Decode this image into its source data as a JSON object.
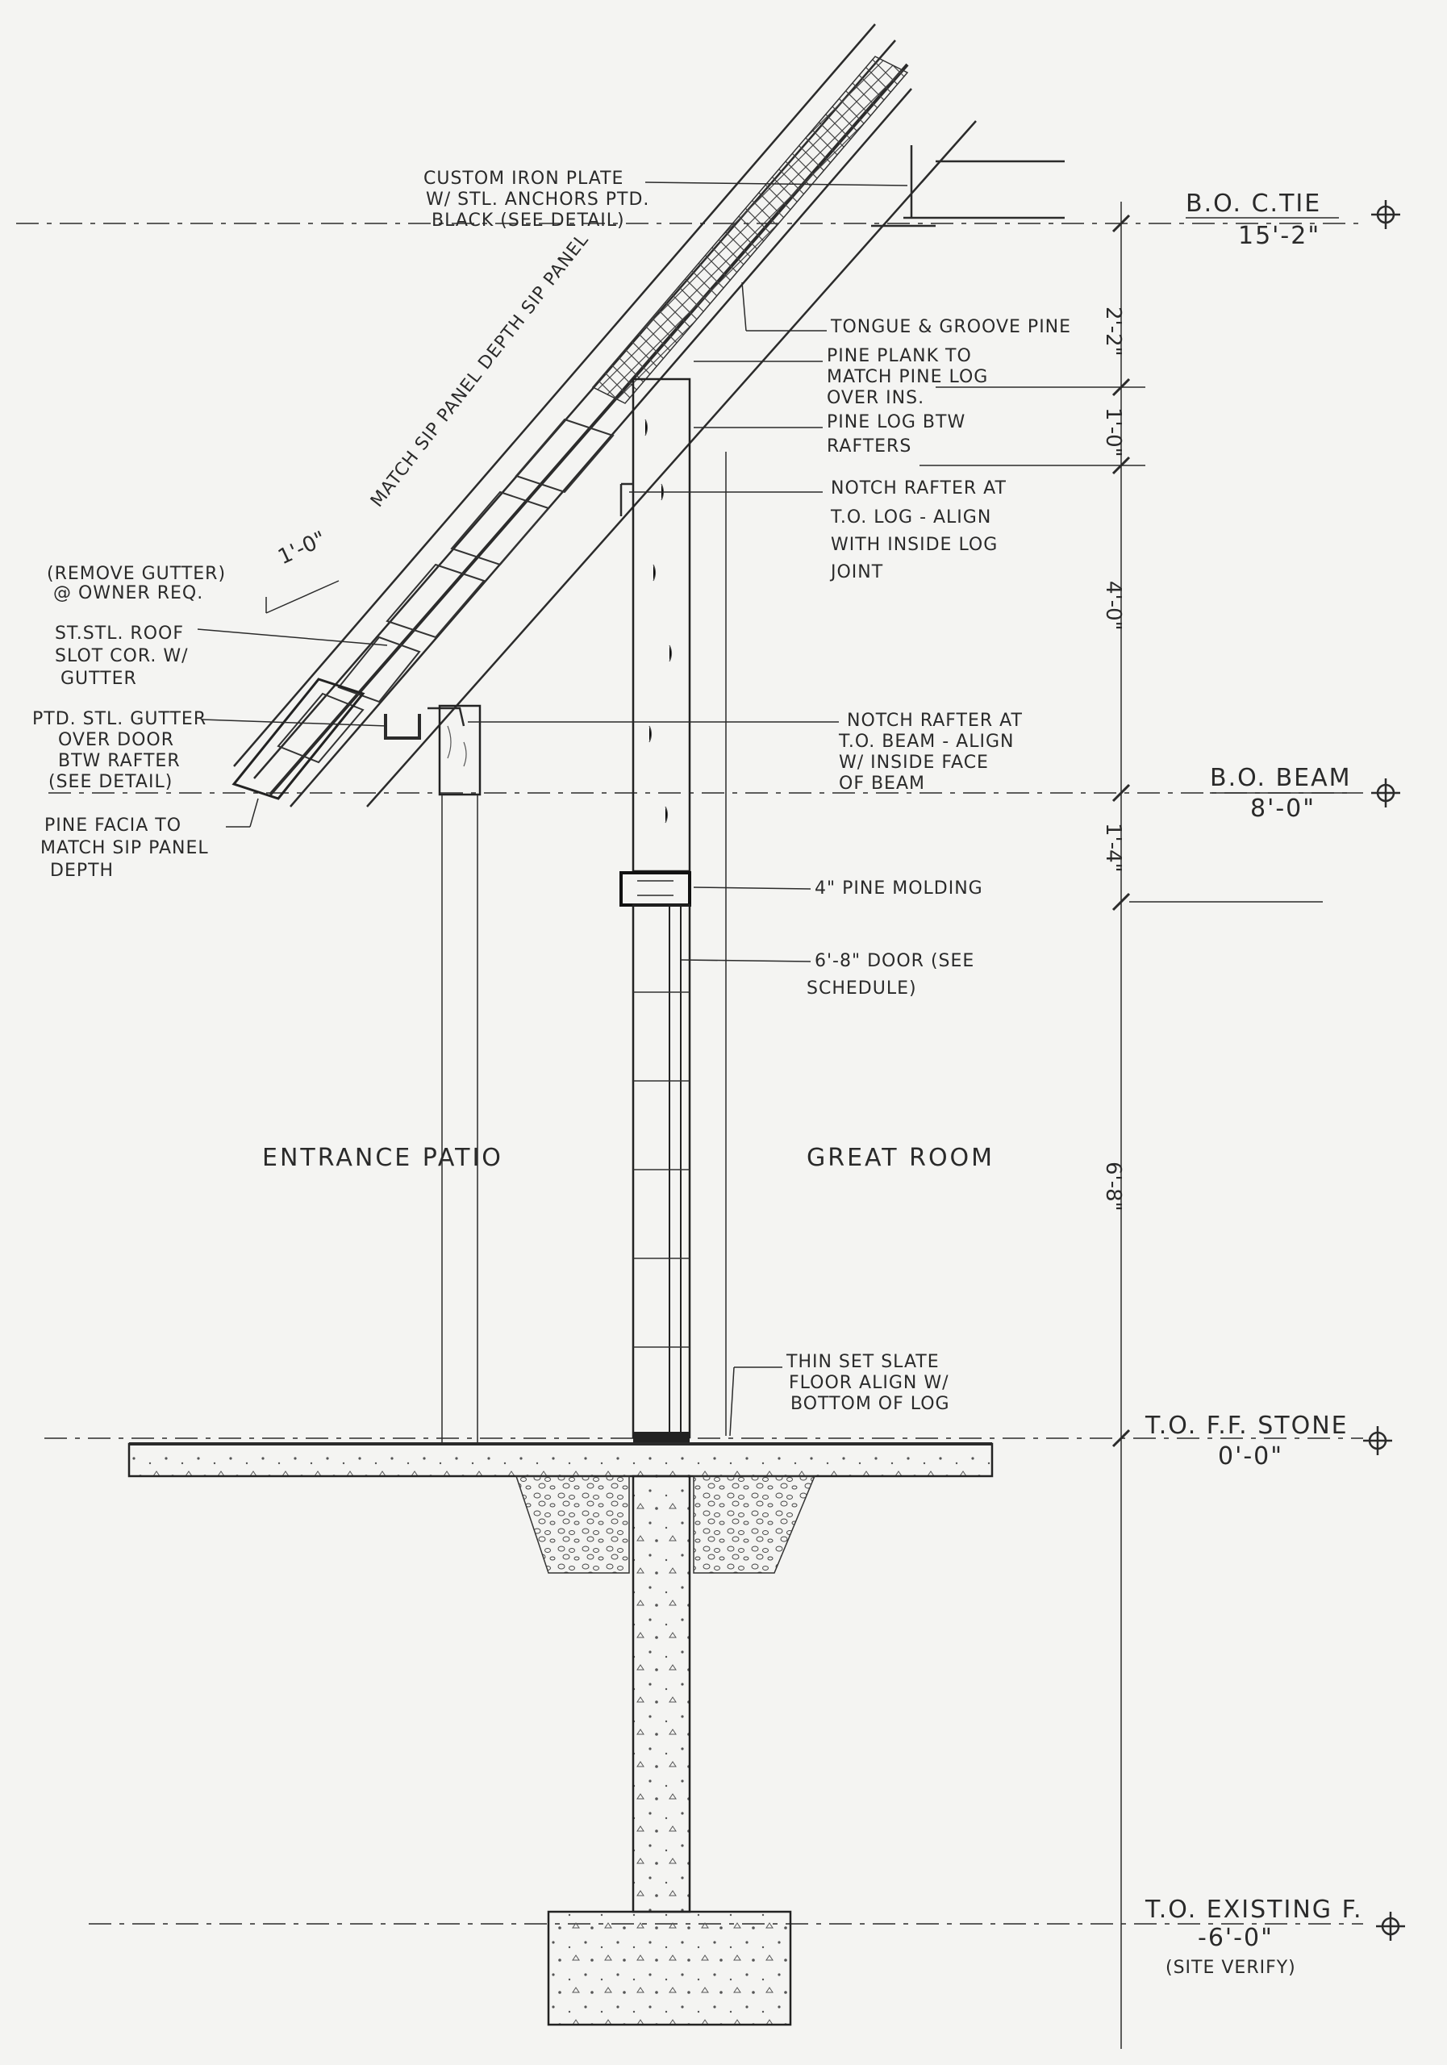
{
  "levels": {
    "bo_c_tie": {
      "name": "B.O. C.TIE",
      "elev": "15'-2\""
    },
    "bo_beam": {
      "name": "B.O. BEAM",
      "elev": "8'-0\""
    },
    "to_ff_stone": {
      "name": "T.O. F.F. STONE",
      "elev": "0'-0\""
    },
    "to_existing_f": {
      "name": "T.O. EXISTING F.",
      "elev": "-6'-0\"",
      "note": "(SITE VERIFY)"
    }
  },
  "dimensions": {
    "d1": "2'-2\"",
    "d2": "1'-0\"",
    "d3": "4'-0\"",
    "d4": "1'-4\"",
    "d5": "6'-8\"",
    "roof_eave": "1'-0\""
  },
  "rooms": {
    "left": "ENTRANCE PATIO",
    "right": "GREAT ROOM"
  },
  "roof_labels": {
    "sip": "MATCH SIP PANEL DEPTH SIP PANEL"
  },
  "notes": {
    "iron_plate": [
      "CUSTOM IRON PLATE",
      "W/ STL. ANCHORS PTD.",
      "BLACK (SEE DETAIL)"
    ],
    "tongue_groove": [
      "TONGUE & GROOVE PINE"
    ],
    "pine_plank": [
      "PINE PLANK TO",
      "MATCH PINE LOG",
      "OVER INS."
    ],
    "pine_log": [
      "PINE LOG BTW",
      "RAFTERS"
    ],
    "notch_log": [
      "NOTCH RAFTER AT",
      "T.O. LOG - ALIGN",
      "WITH INSIDE LOG",
      "JOINT"
    ],
    "notch_beam": [
      "NOTCH RAFTER AT",
      "T.O. BEAM - ALIGN",
      "W/ INSIDE FACE",
      "OF BEAM"
    ],
    "molding": [
      "4\" PINE MOLDING"
    ],
    "door": [
      "6'-8\" DOOR (SEE",
      "SCHEDULE)"
    ],
    "slate": [
      "THIN SET SLATE",
      "FLOOR ALIGN W/",
      "BOTTOM OF LOG"
    ],
    "remove_gutter": [
      "(REMOVE GUTTER)",
      "@ OWNER REQ."
    ],
    "roof_slot": [
      "ST.STL. ROOF",
      "SLOT COR. W/",
      "GUTTER"
    ],
    "ptd_gutter": [
      "PTD. STL. GUTTER",
      "OVER DOOR",
      "BTW RAFTER",
      "(SEE DETAIL)"
    ],
    "fascia": [
      "PINE FACIA TO",
      "MATCH SIP PANEL",
      "DEPTH"
    ]
  }
}
